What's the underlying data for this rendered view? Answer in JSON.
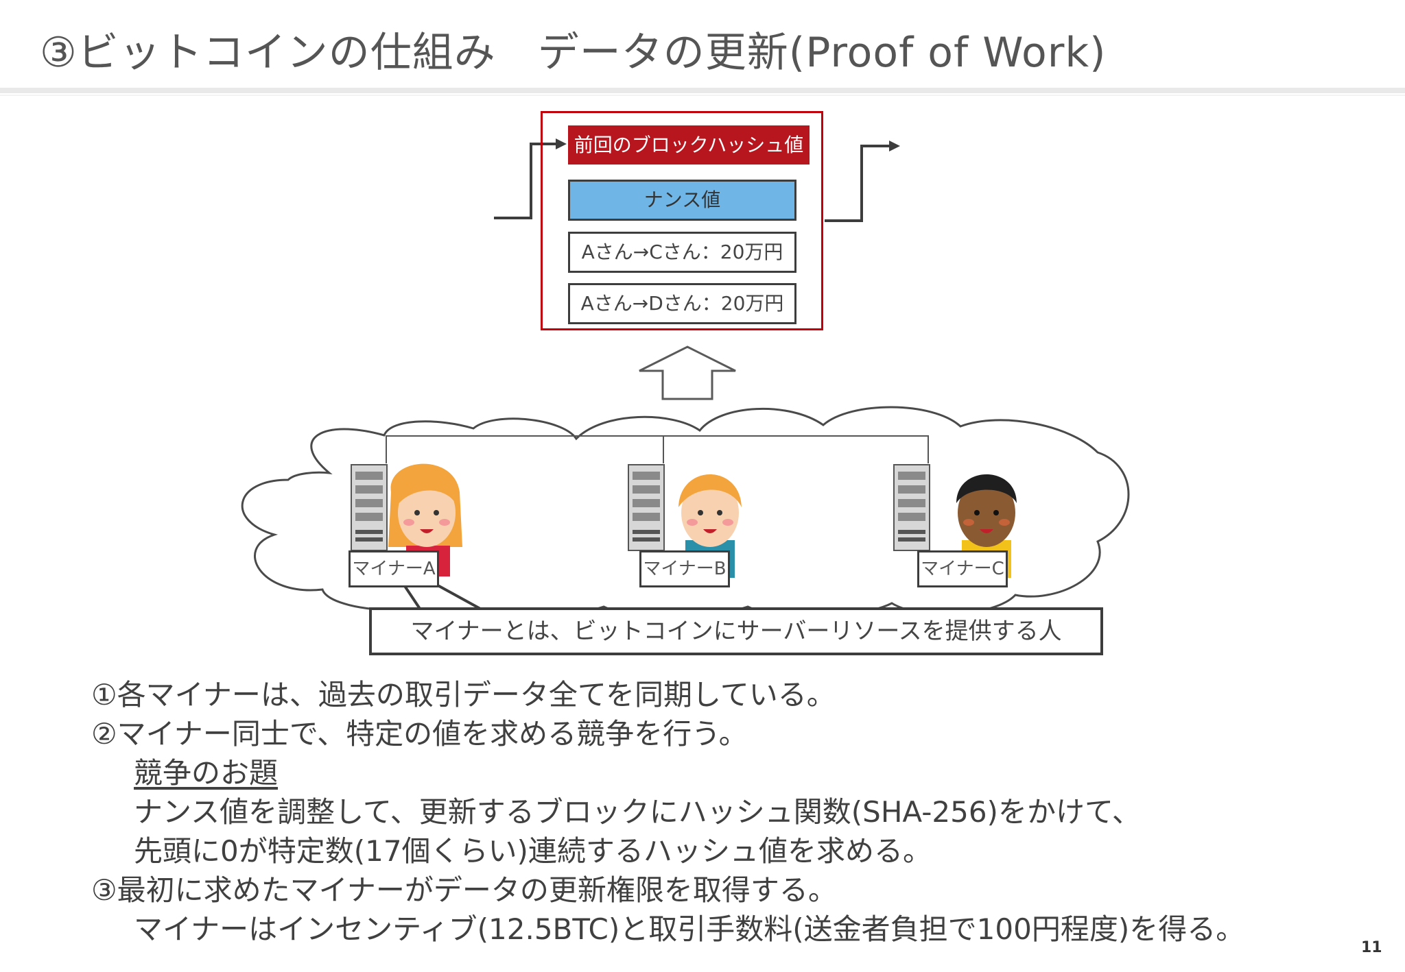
{
  "title": "③ビットコインの仕組み　データの更新(Proof of Work)",
  "block": {
    "prev_hash": "前回のブロックハッシュ値",
    "nonce": "ナンス値",
    "tx1": "Aさん→Cさん：20万円",
    "tx2": "Aさん→Dさん：20万円"
  },
  "miners": [
    {
      "label": "マイナーA"
    },
    {
      "label": "マイナーB"
    },
    {
      "label": "マイナーC"
    }
  ],
  "callout": "マイナーとは、ビットコインにサーバーリソースを提供する人",
  "explanation": {
    "line1": "①各マイナーは、過去の取引データ全てを同期している。",
    "line2": "②マイナー同士で、特定の値を求める競争を行う。",
    "line3": "競争のお題",
    "line4": "ナンス値を調整して、更新するブロックにハッシュ関数(SHA-256)をかけて、",
    "line5": "先頭に0が特定数(17個くらい)連続するハッシュ値を求める。",
    "line6": "③最初に求めたマイナーがデータの更新権限を取得する。",
    "line7": "マイナーはインセンティブ(12.5BTC)と取引手数料(送金者負担で100円程度)を得る。"
  },
  "page_number": "11",
  "colors": {
    "block_border": "#c0000b",
    "prev_hash_fill": "#b8161e",
    "nonce_fill": "#6fb6e6"
  }
}
